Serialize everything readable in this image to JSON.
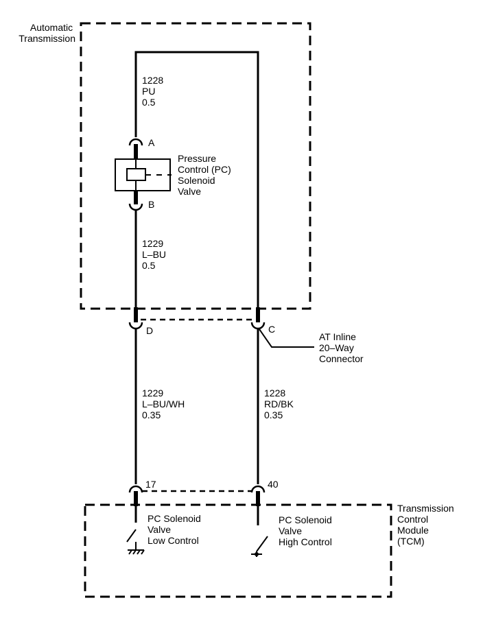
{
  "labels": {
    "at_box": [
      "Automatic",
      "Transmission"
    ],
    "solenoid": [
      "Pressure",
      "Control (PC)",
      "Solenoid",
      "Valve"
    ],
    "pin_a": "A",
    "pin_b": "B",
    "wire_top": [
      "1228",
      "PU",
      "0.5"
    ],
    "wire_mid": [
      "1229",
      "L–BU",
      "0.5"
    ],
    "pin_d": "D",
    "pin_c": "C",
    "inline_connector": [
      "AT Inline",
      "20–Way",
      "Connector"
    ],
    "wire_left": [
      "1229",
      "L–BU/WH",
      "0.35"
    ],
    "wire_right": [
      "1228",
      "RD/BK",
      "0.35"
    ],
    "pin_17": "17",
    "pin_40": "40",
    "tcm_box": [
      "Transmission",
      "Control",
      "Module",
      "(TCM)"
    ],
    "low_control": [
      "PC Solenoid",
      "Valve",
      "Low Control"
    ],
    "high_control": [
      "PC Solenoid",
      "Valve",
      "High Control"
    ]
  }
}
